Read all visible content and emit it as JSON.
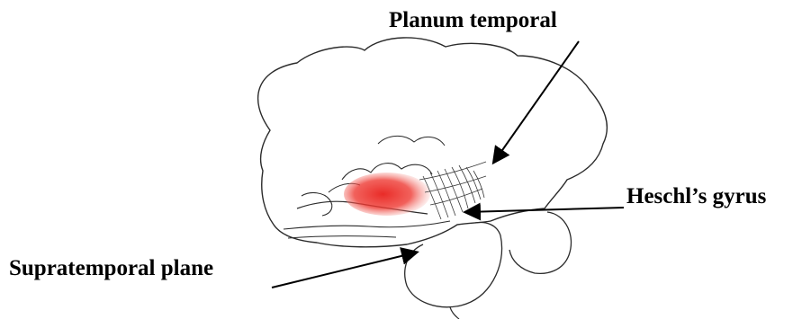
{
  "labels": {
    "planum_temporal": "Planum temporal",
    "heschls_gyrus": "Heschl’s gyrus",
    "supratemporal_plane": "Supratemporal plane"
  },
  "colors": {
    "outline": "#2b2b2b",
    "arrow": "#000000",
    "highlight": "#e8201c",
    "background": "#ffffff"
  }
}
